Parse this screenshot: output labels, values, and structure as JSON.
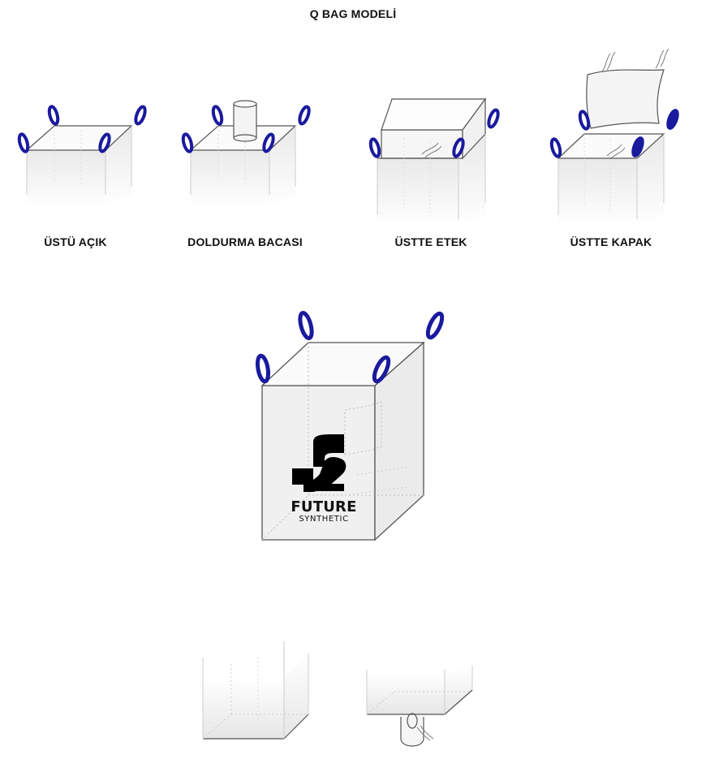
{
  "title": "Q BAG MODELİ",
  "models": [
    {
      "label": "ÜSTÜ AÇIK"
    },
    {
      "label": "DOLDURMA BACASI"
    },
    {
      "label": "ÜSTTE ETEK"
    },
    {
      "label": "ÜSTTE KAPAK"
    }
  ],
  "brand": {
    "name": "FUTURE",
    "subtitle": "SYNTHETIC"
  },
  "colors": {
    "loop": "#1a1a9e",
    "line": "#555555",
    "fill": "#f2f2f2"
  }
}
